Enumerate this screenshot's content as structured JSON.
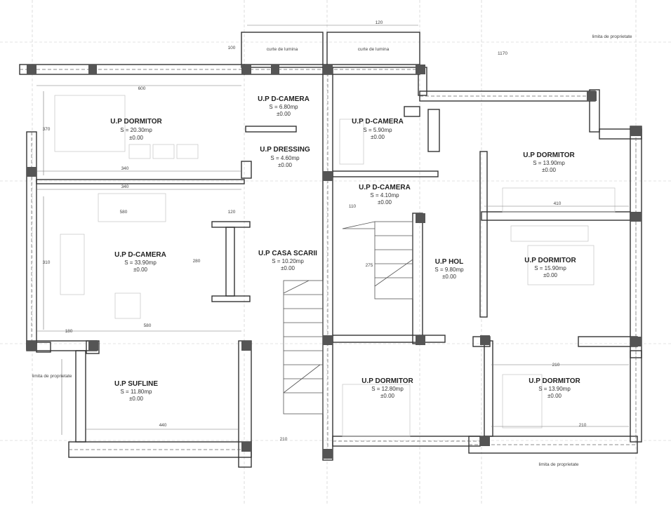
{
  "rooms": [
    {
      "title": "U.P DORMITOR",
      "area": "S = 20.30mp",
      "level": "±0.00"
    },
    {
      "title": "U.P D-CAMERA",
      "area": "S = 6.80mp",
      "level": "±0.00"
    },
    {
      "title": "U.P DRESSING",
      "area": "S = 4.60mp",
      "level": "±0.00"
    },
    {
      "title": "U.P D-CAMERA",
      "area": "S = 5.90mp",
      "level": "±0.00"
    },
    {
      "title": "U.P D-CAMERA",
      "area": "S = 4.10mp",
      "level": "±0.00"
    },
    {
      "title": "U.P DORMITOR",
      "area": "S = 13.90mp",
      "level": "±0.00"
    },
    {
      "title": "U.P D-CAMERA",
      "area": "S = 33.90mp",
      "level": "±0.00"
    },
    {
      "title": "U.P CASA SCARII",
      "area": "S = 10.20mp",
      "level": "±0.00"
    },
    {
      "title": "U.P HOL",
      "area": "S = 9.80mp",
      "level": "±0.00"
    },
    {
      "title": "U.P DORMITOR",
      "area": "S = 15.90mp",
      "level": "±0.00"
    },
    {
      "title": "U.P SUFLINE",
      "area": "S = 11.80mp",
      "level": "±0.00"
    },
    {
      "title": "U.P DORMITOR",
      "area": "S = 12.80mp",
      "level": "±0.00"
    },
    {
      "title": "U.P DORMITOR",
      "area": "S = 13.90mp",
      "level": "±0.00"
    }
  ],
  "notes": {
    "light_shaft_left": "curte de lumina",
    "light_shaft_right": "curte de lumina",
    "top_right": "limita de proprietate",
    "left_bottom": "limita de proprietate",
    "bottom_right": "limita de proprietate"
  },
  "dimensions": {
    "d_top": "120",
    "d_top_mid": "100",
    "d_top_right": "1170",
    "d_room_top": "600",
    "d_left_mid": "340",
    "d_left_mid2": "340",
    "d_wide": "580",
    "d_hall": "120",
    "d_left_bottom": "580",
    "d_bottom_left": "440",
    "d_bottom_mid": "210",
    "d_right_mid": "410",
    "d_right_bottom": "210",
    "d_right_low": "210",
    "d_left_vert": "370",
    "d_left_vert2": "310",
    "d_kitchen_vert": "280",
    "d_mid_low": "180",
    "d_stair": "275",
    "d_gap": "110"
  }
}
